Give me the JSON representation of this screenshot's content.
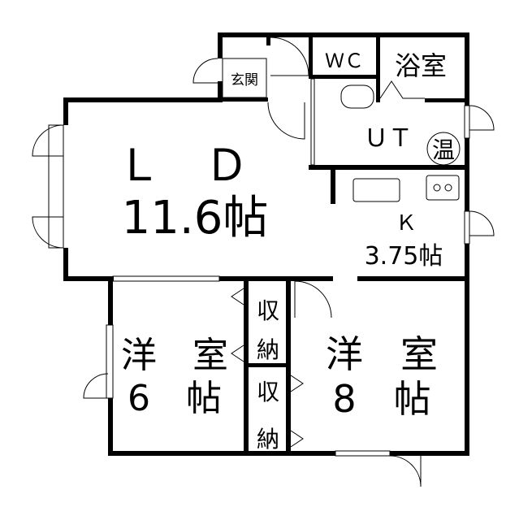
{
  "rooms": {
    "ld": {
      "name": "Ｌ　Ｄ",
      "size": "11.6帖"
    },
    "k": {
      "name": "Ｋ",
      "size": "3.75帖"
    },
    "western6": {
      "name": "洋　室",
      "size": "6　帖"
    },
    "western8": {
      "name": "洋　室",
      "size": "8　帖"
    },
    "closet1": {
      "line1": "収",
      "line2": "納"
    },
    "closet2": {
      "line1": "収",
      "line2": "納"
    },
    "wc": "ＷＣ",
    "bath": "浴室",
    "ut": "ＵＴ",
    "water_heater": "温",
    "entrance": "玄関"
  }
}
